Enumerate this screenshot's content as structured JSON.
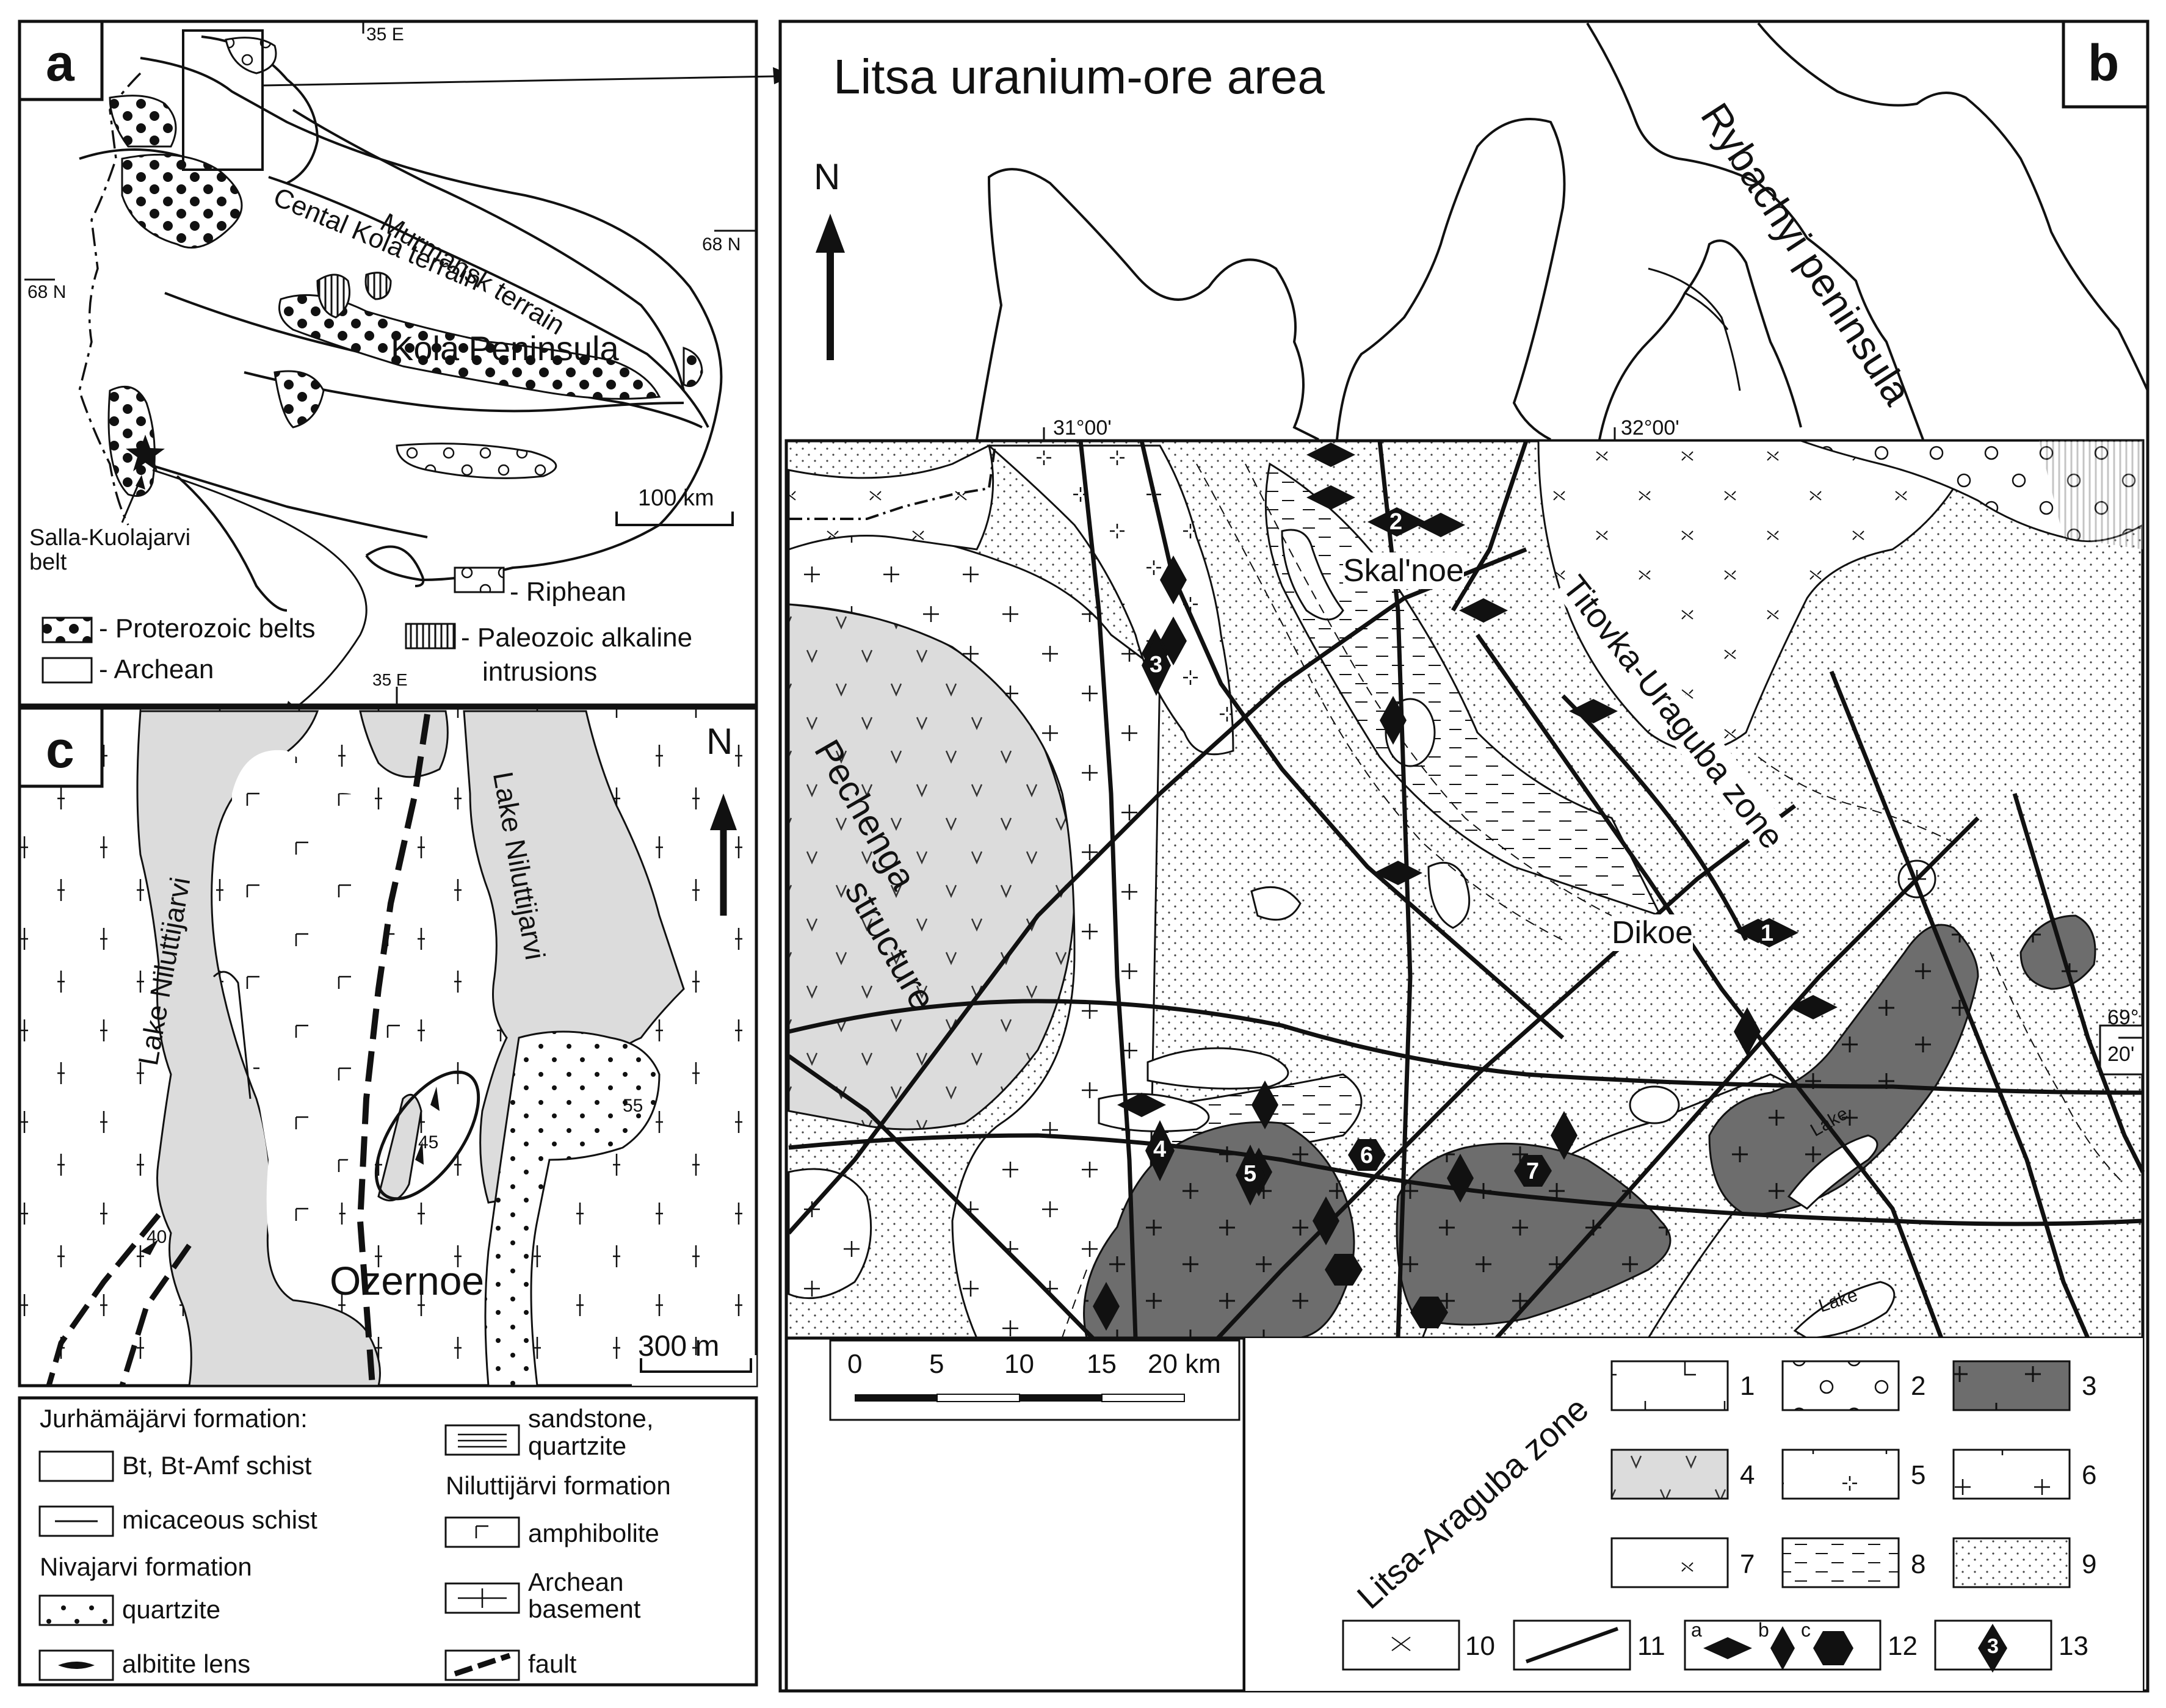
{
  "panel_a": {
    "letter": "a",
    "lon_top": "35 E",
    "lon_bottom": "35 E",
    "lat_left": "68 N",
    "lat_right": "68 N",
    "terrain_murmansk": "Murmansk terrain",
    "terrain_central": "Cental Kola  terrain",
    "kola": "Kola Peninsula",
    "scale": "100 km",
    "salla_line1": "Salla-Kuolajarvi",
    "salla_line2": "belt",
    "legend": {
      "riphean": "- Riphean",
      "proterozoic": "- Proterozoic belts",
      "paleozoic_line1": "- Paleozoic alkaline",
      "paleozoic_line2": "intrusions",
      "archean": "- Archean"
    }
  },
  "panel_b": {
    "letter": "b",
    "title": "Litsa uranium-ore area",
    "north": "N",
    "rybachyi": "Rybachyi peninsula",
    "lon1": "31°00'",
    "lon2": "32°00'",
    "lat_a": "69°",
    "lat_b": "20'",
    "skalnoe": "Skal'noe",
    "dikoe": "Dikoe",
    "titovka": "Titovka-Uraguba zone",
    "litsa_zone": "Litsa-Araguba zone",
    "pechenga1": "Pechenga",
    "pechenga2": "structure",
    "lake1": "Lake",
    "lake2": "Lake",
    "deposits": [
      "1",
      "2",
      "3",
      "4",
      "5",
      "6",
      "7"
    ],
    "scalebar": [
      "0",
      "5",
      "10",
      "15",
      "20 km"
    ],
    "legend_numbers": [
      "1",
      "2",
      "3",
      "4",
      "5",
      "6",
      "7",
      "8",
      "9",
      "10",
      "11",
      "12",
      "13"
    ],
    "legend_12_letters": [
      "a",
      "b",
      "c"
    ],
    "legend_13_num": "3"
  },
  "panel_c": {
    "letter": "c",
    "north": "N",
    "lake_left": "Lake Niluttijarvi",
    "lake_right": "Lake Niluttijarvi",
    "ozernoe": "Ozernoe",
    "dip1": "45",
    "dip2": "55",
    "dip3": "40",
    "scale": "300 m",
    "legend": {
      "jurh": "Jurhämäjärvi formation:",
      "bt": "Bt, Bt-Amf schist",
      "micaceous": "micaceous schist",
      "nivajarvi": "Nivajarvi formation",
      "quartzite": "quartzite",
      "albitite": "albitite lens",
      "sandstone1": "sandstone,",
      "sandstone2": "quartzite",
      "niluttijarvi": "Niluttijärvi formation",
      "amphibolite": "amphibolite",
      "archean1": "Archean",
      "archean2": "basement",
      "fault": "fault"
    }
  },
  "colors": {
    "gray_fill": "#dcdcdc",
    "dark_fill": "#6d6d6d",
    "ink": "#111111"
  }
}
